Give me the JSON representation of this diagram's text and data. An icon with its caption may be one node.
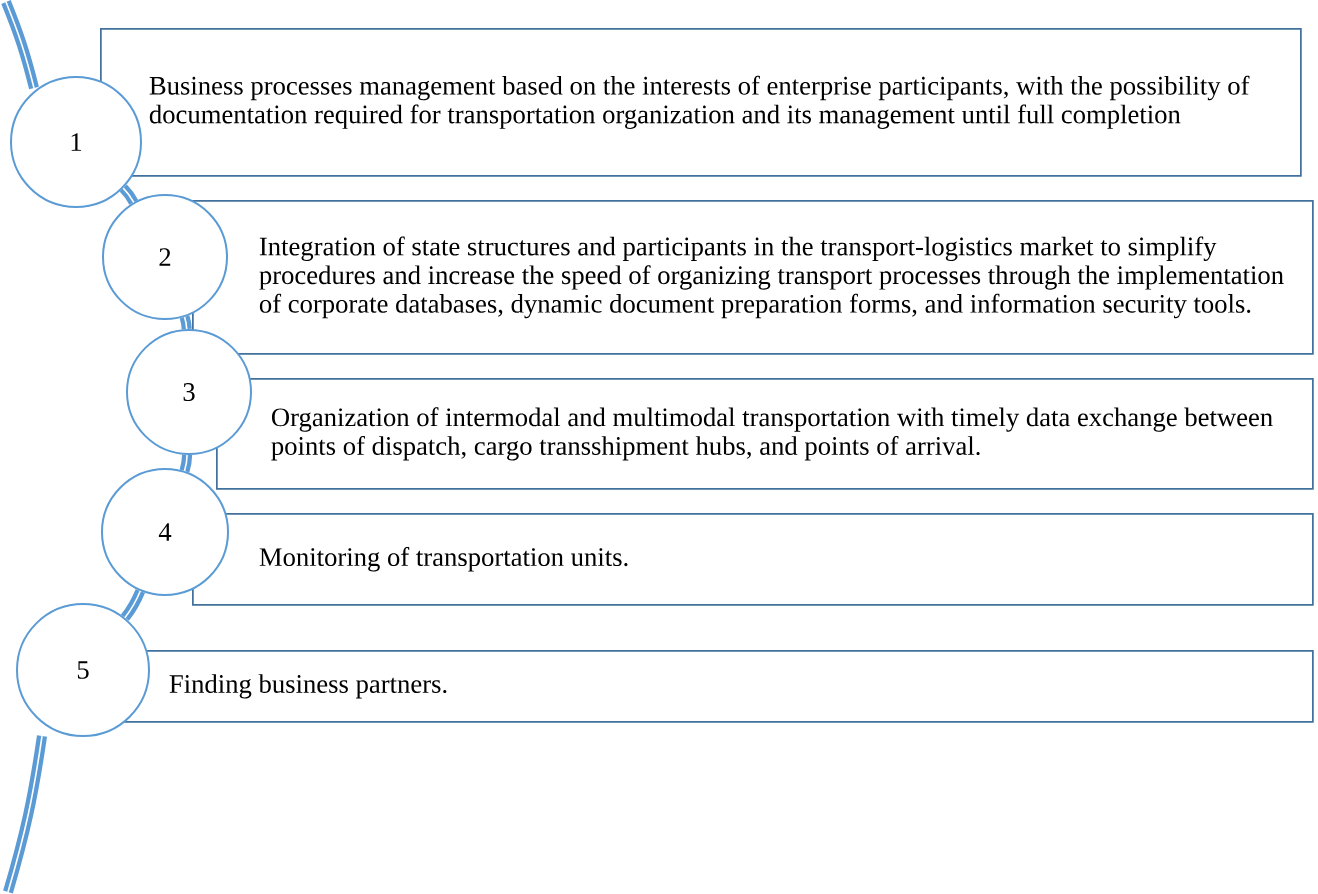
{
  "diagram": {
    "nodes": [
      {
        "text": [
          "1"
        ]
      },
      {
        "text": [
          "Business processes management based on the interests of enterprise participants, with the possibility of documentation required for transportation organization and its management until full completion"
        ]
      },
      {
        "text": [
          "2"
        ]
      },
      {
        "text": [
          "Integration of state structures and participants in the transport-logistics market to simplify procedures and increase the speed of organizing transport processes through the implementation of corporate databases, dynamic document preparation forms, and information security tools."
        ]
      },
      {
        "text": [
          "3"
        ]
      },
      {
        "text": [
          "Organization of intermodal and multimodal transportation with timely data exchange between points of dispatch, cargo transshipment hubs, and points of arrival."
        ]
      },
      {
        "text": [
          "4"
        ]
      },
      {
        "text": [
          "Monitoring of transportation units."
        ]
      },
      {
        "text": [
          "5"
        ]
      },
      {
        "text": [
          "Finding business partners."
        ]
      }
    ],
    "edges": [
      {
        "from": 0,
        "to": 2,
        "arrow": "none"
      },
      {
        "from": 2,
        "to": 4,
        "arrow": "none"
      },
      {
        "from": 4,
        "to": 6,
        "arrow": "none"
      },
      {
        "from": 6,
        "to": 8,
        "arrow": "none"
      }
    ]
  }
}
